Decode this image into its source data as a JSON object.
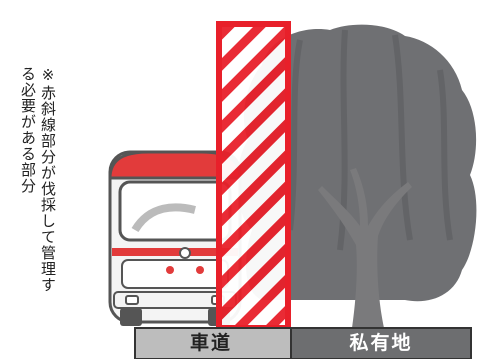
{
  "note": {
    "line1": "※赤斜線部分が伐採して管理す",
    "line2": "る必要がある部分"
  },
  "ground": {
    "road_label": "車道",
    "private_land_label": "私有地"
  },
  "colors": {
    "red_outline": "#e8202a",
    "tree_foliage": "#6f7073",
    "tree_trunk": "#7a7a7c",
    "road_band": "#bdbdbd",
    "private_band": "#6d6e70",
    "truck_body": "#f4f4f4",
    "truck_red": "#e23b3b"
  },
  "icons": [
    "vehicle-front-illustration",
    "tree-illustration",
    "hatched-clearance-zone"
  ]
}
